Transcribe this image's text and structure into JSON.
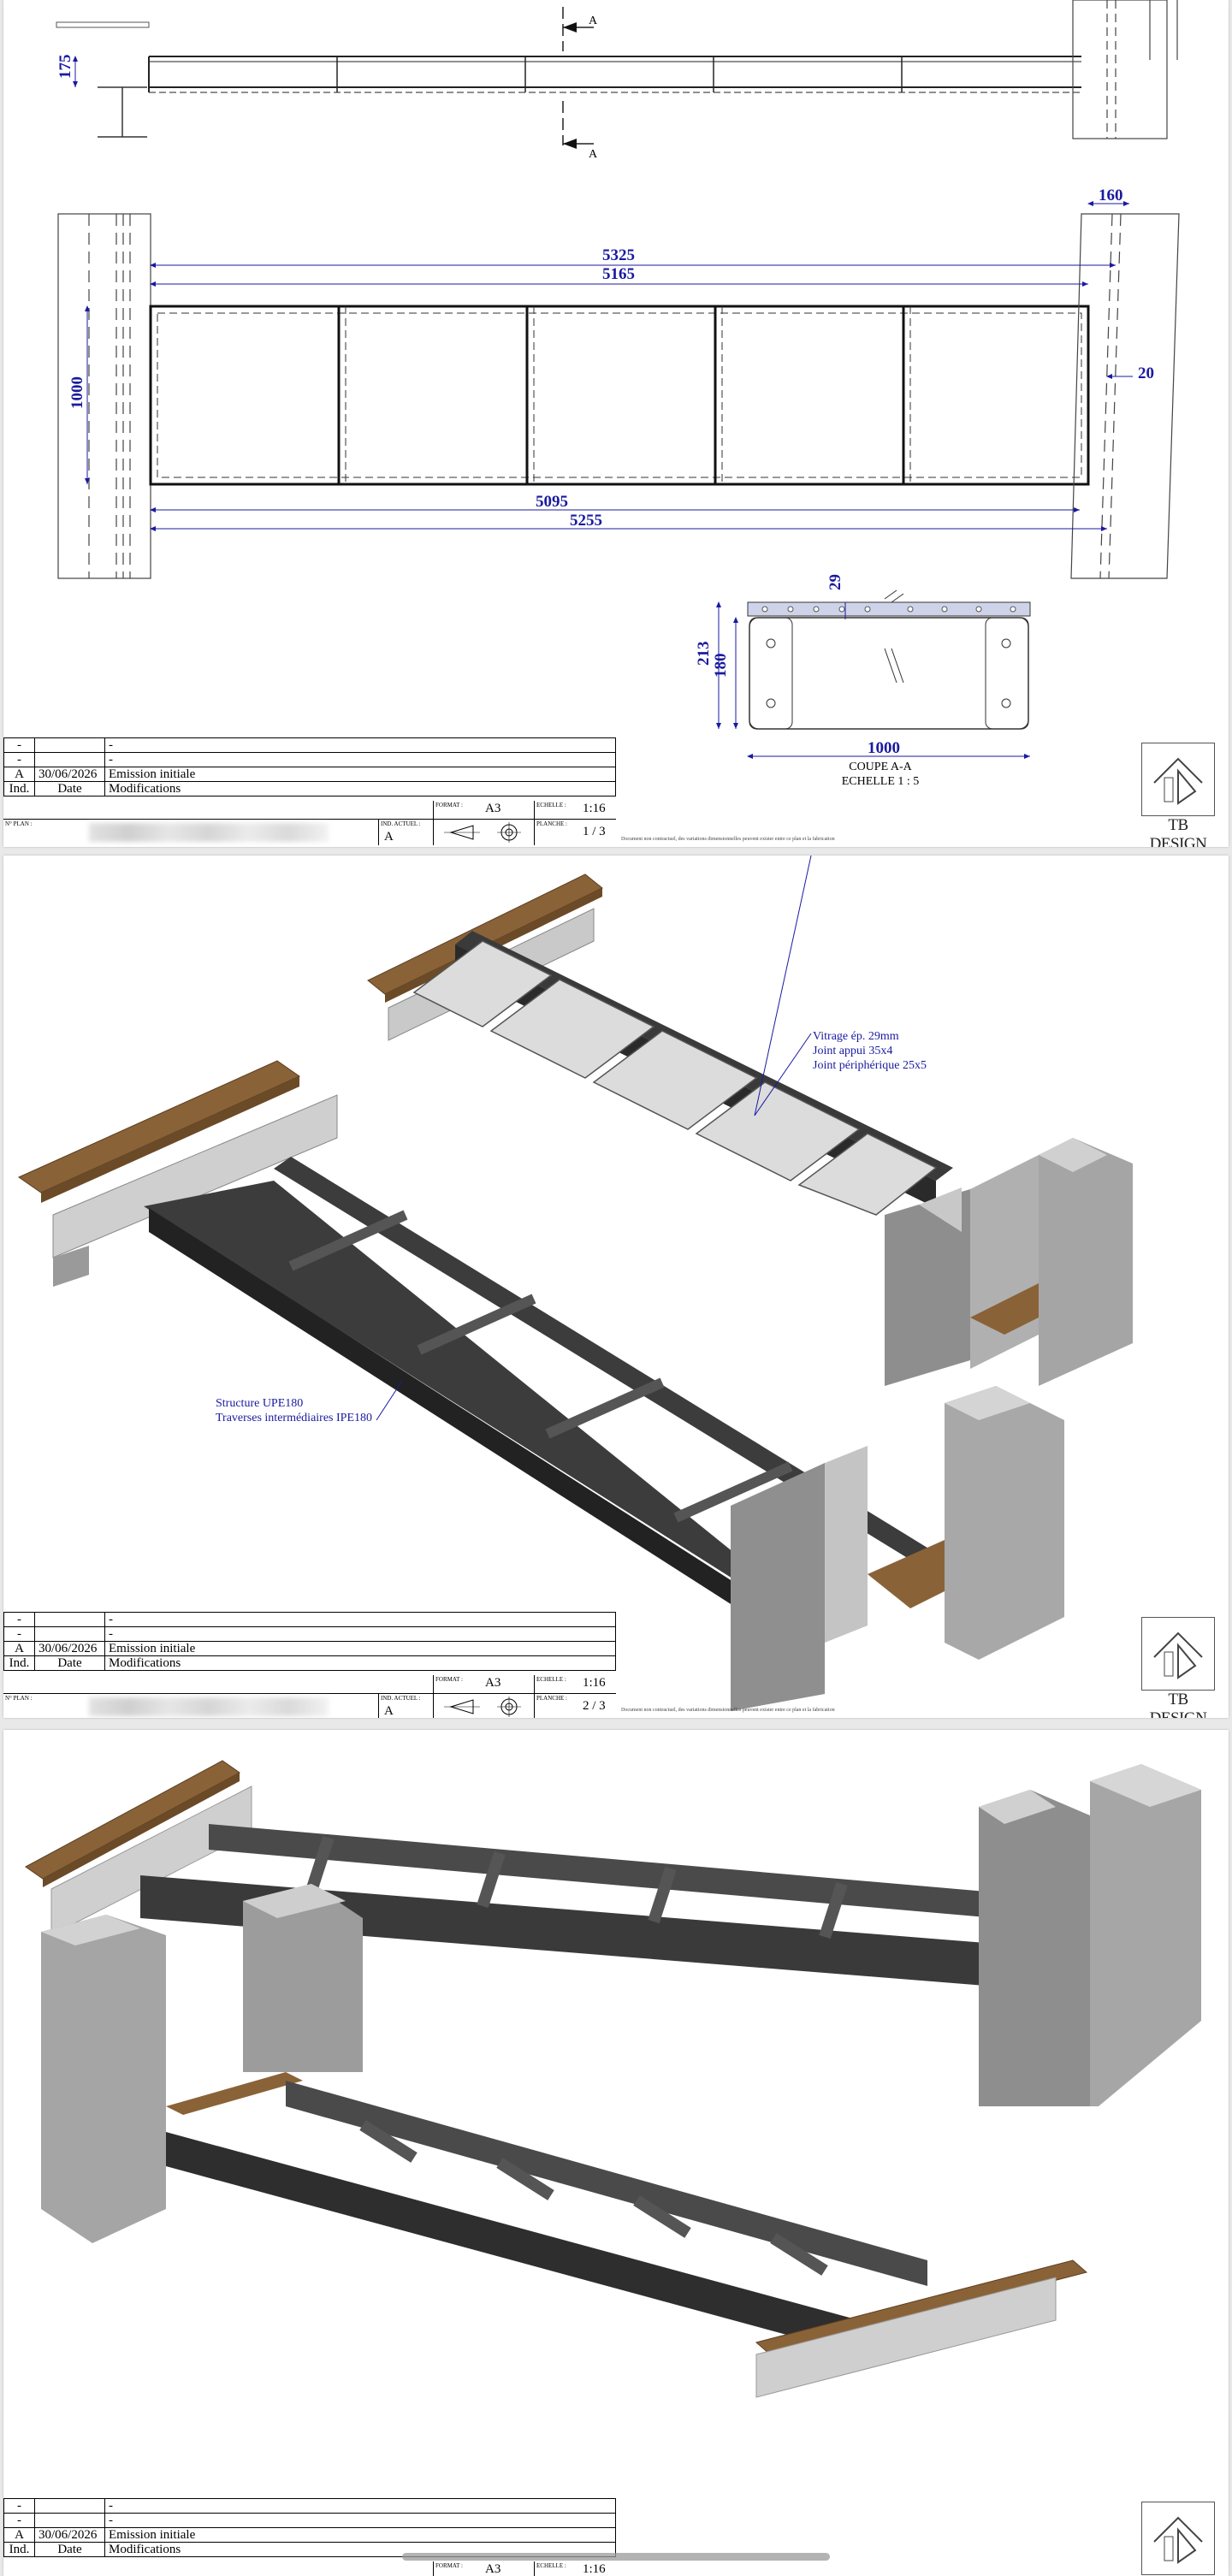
{
  "sheet1": {
    "dims": {
      "d175": "175",
      "d160": "160",
      "d5325": "5325",
      "d5165": "5165",
      "d1000v": "1000",
      "d20": "20",
      "d5095": "5095",
      "d5255": "5255",
      "d29": "29",
      "d213": "213",
      "d180": "180",
      "d1000h": "1000"
    },
    "section_marker": "A",
    "section_caption": "COUPE A-A",
    "section_scale": "ECHELLE 1 : 5",
    "planche": "1 / 3"
  },
  "sheet2": {
    "annotation_glazing": [
      "Vitrage ép. 29mm",
      "Joint appui 35x4",
      "Joint périphérique 25x5"
    ],
    "annotation_structure": [
      "Structure UPE180",
      "Traverses intermédiaires IPE180"
    ],
    "planche": "2 / 3"
  },
  "sheet3": {},
  "titleblock": {
    "rows": [
      {
        "ind": "-",
        "date": "",
        "mod": "-"
      },
      {
        "ind": "-",
        "date": "",
        "mod": "-"
      },
      {
        "ind": "A",
        "date": "30/06/2026",
        "mod": "Emission initiale"
      }
    ],
    "header": {
      "ind": "Ind.",
      "date": "Date",
      "mod": "Modifications"
    },
    "format_label": "FORMAT :",
    "format_value": "A3",
    "echelle_label": "ECHELLE :",
    "echelle_value": "1:16",
    "ind_actuel_label": "IND. ACTUEL :",
    "ind_actuel_value": "A",
    "planche_label": "PLANCHE :",
    "no_plan_label": "N° PLAN :",
    "disclaimer": "Document non contractuel, des variations dimensionnelles peuvent exister entre ce plan et la fabrication"
  },
  "logo": {
    "name": "TB DESIGN"
  },
  "colors": {
    "dimension": "#1a1aa0",
    "steel": "#3b3b3b",
    "wood": "#8a6238",
    "concrete": "#a9a9a9",
    "glass": "#d9d9d9"
  }
}
